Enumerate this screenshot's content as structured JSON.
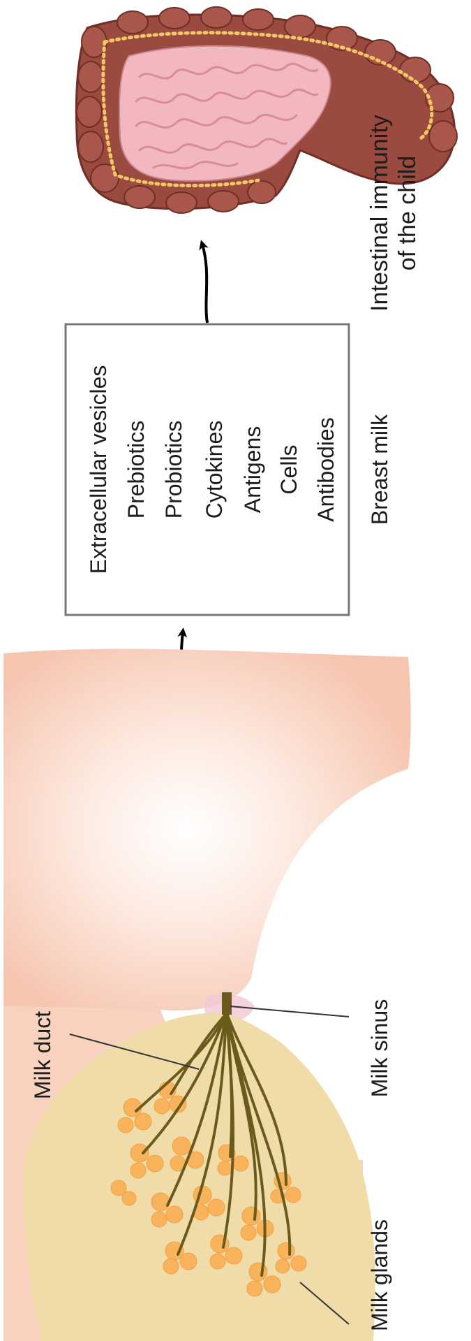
{
  "figure": {
    "target_label": "Intestinal immunity",
    "target_label_line2": "of the child",
    "box_title": "Breast milk",
    "components": [
      "Extracellular vesicles",
      "Prebiotics",
      "Probiotics",
      "Cytokines",
      "Antigens",
      "Cells",
      "Antibodies"
    ],
    "anatomy_labels": {
      "milk_duct": "Milk duct",
      "milk_sinus": "Milk sinus",
      "milk_glands": "Milk glands"
    },
    "colors": {
      "intestine_outer": "#9a4a3e",
      "intestine_inner": "#f2b7bf",
      "intestine_dots": "#f3c766",
      "breast_skin": "#f8d2bf",
      "gland_tissue": "#f0dca8",
      "glands": "#f9b35a",
      "ducts": "#6a5a1c",
      "box_border": "#777777",
      "arrow": "#000000"
    }
  }
}
